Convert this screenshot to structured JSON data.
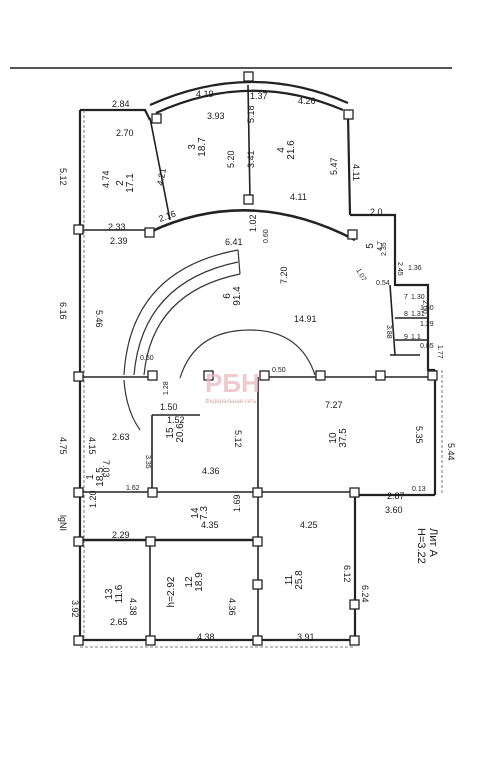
{
  "plan": {
    "watermark": {
      "logo": "РБН",
      "sub": "Федеральная сеть"
    },
    "litera": {
      "title": "Лит А",
      "height": "H=3.22"
    },
    "ceiling": "h=2.92",
    "rooms": [
      {
        "id": "1",
        "number": "1",
        "area": "18.5"
      },
      {
        "id": "2",
        "number": "2",
        "area": "17.1"
      },
      {
        "id": "3",
        "number": "3",
        "area": "18.7"
      },
      {
        "id": "4",
        "number": "4",
        "area": "21.6"
      },
      {
        "id": "5",
        "number": "5",
        "area": "4.7"
      },
      {
        "id": "6",
        "number": "6",
        "area": "91.4"
      },
      {
        "id": "7",
        "number": "7",
        "area": "1.30"
      },
      {
        "id": "8",
        "number": "8",
        "area": "1.31"
      },
      {
        "id": "9",
        "number": "9",
        "area": "1.1"
      },
      {
        "id": "10",
        "number": "10",
        "area": "37.5"
      },
      {
        "id": "11",
        "number": "11",
        "area": "25.8"
      },
      {
        "id": "12",
        "number": "12",
        "area": "18.9"
      },
      {
        "id": "13",
        "number": "13",
        "area": "11.6"
      },
      {
        "id": "14",
        "number": "14",
        "area": "7.3"
      },
      {
        "id": "15",
        "number": "15",
        "area": "20.6"
      }
    ],
    "dims": {
      "d_2_84": "2.84",
      "d_4_19": "4.19",
      "d_1_37": "1.37",
      "d_4_26": "4.26",
      "d_2_70": "2.70",
      "d_3_93": "3.93",
      "d_5_18": "5.18",
      "d_3_41": "3.41",
      "d_5_47": "5.47",
      "d_4_11r": "4.11",
      "d_5_12": "5.12",
      "d_4_74": "4.74",
      "d_4_21": "4.21",
      "d_5_20": "5.20",
      "d_4_11": "4.11",
      "d_2_33": "2.33",
      "d_2_16": "2.16",
      "d_1_02": "1.02",
      "d_2_0": "2.0",
      "d_2_39": "2.39",
      "d_6_41": "6.41",
      "d_0_60": "0.60",
      "d_2_45": "2.45",
      "d_2_35": "2.35",
      "d_1_36": "1.36",
      "d_1_07": "1.07",
      "d_7_20": "7.20",
      "d_0_54": "0.54",
      "d_1_30": "1.30",
      "d_1_29": "1.29",
      "d_2_60": "2.60",
      "d_6_16": "6.16",
      "d_5_46": "5.46",
      "d_14_91": "14.91",
      "d_3_88": "3.88",
      "d_0_85": "0.85",
      "d_0_50": "0.50",
      "d_0_50b": "0.50",
      "d_1_77": "1.77",
      "d_1_28": "1.28",
      "d_1_50": "1.50",
      "d_7_27": "7.27",
      "d_1_52": "1.52",
      "d_4_75": "4.75",
      "d_4_15": "4.15",
      "d_2_63": "2.63",
      "d_5_12b": "5.12",
      "d_5_35": "5.35",
      "d_5_44": "5.44",
      "d_3_35": "3.35",
      "d_7_03": "7.03",
      "d_4_36": "4.36",
      "d_2_87": "2.87",
      "d_0_13": "0.13",
      "d_3_60": "3.60",
      "d_1_69": "1.69",
      "d_4_35": "4.35",
      "d_4_25": "4.25",
      "d_1_20": "1.20",
      "d_2_29": "2.29",
      "d_6_24": "6.24",
      "d_6_12": "6.12",
      "d_4_38": "4.38",
      "d_4_36b": "4.36",
      "d_3_92": "3.92",
      "d_2_65": "2.65",
      "d_4_38b": "4.38",
      "d_3_91": "3.91",
      "d_1_62": "1.62"
    },
    "side_mark": "lgNI"
  }
}
